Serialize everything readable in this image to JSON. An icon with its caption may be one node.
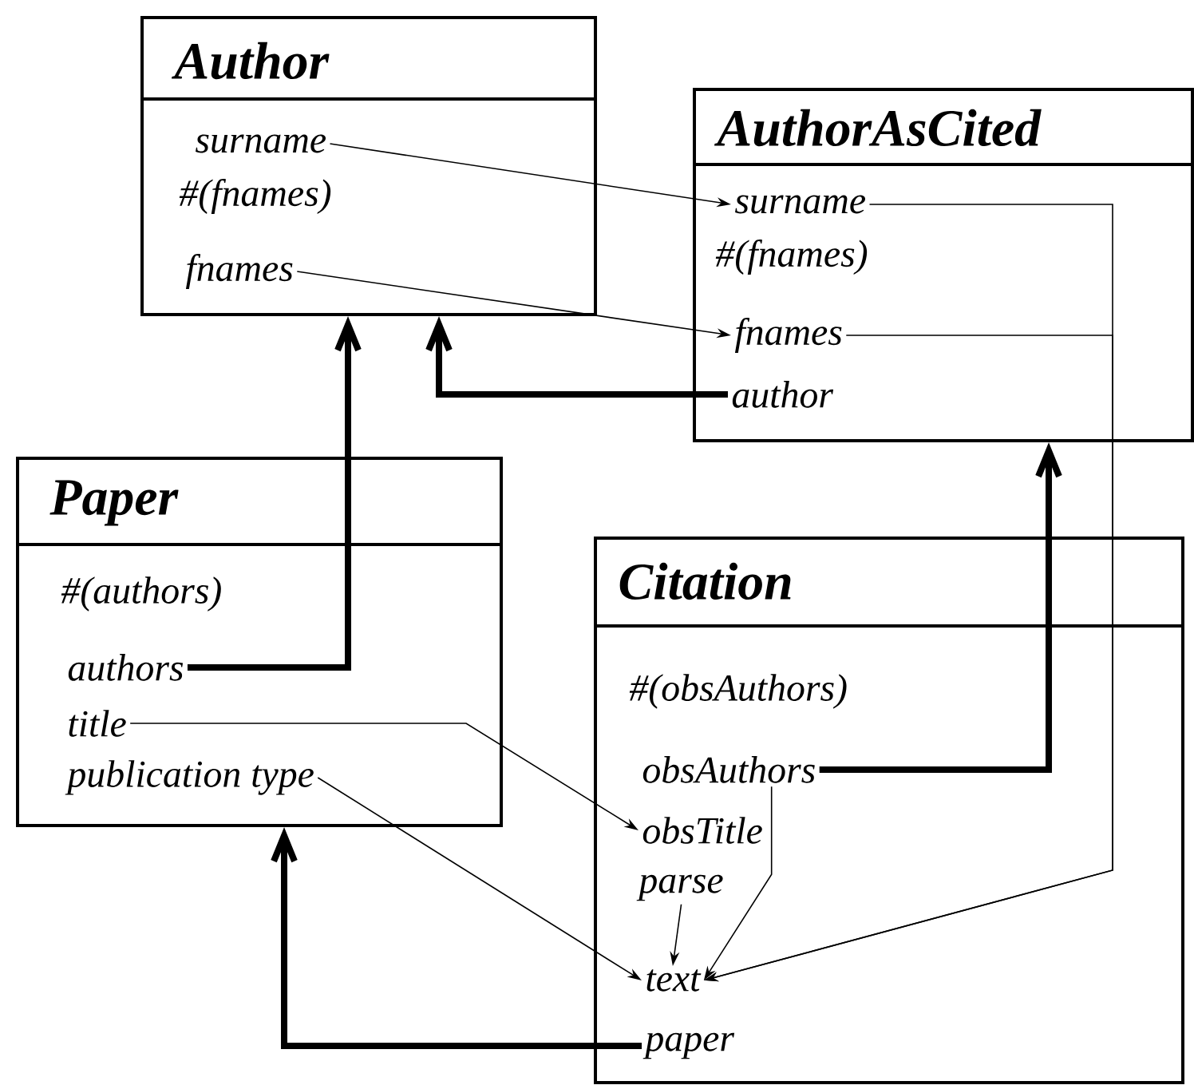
{
  "diagram": {
    "nodes": [
      {
        "text": [
          "Author"
        ]
      },
      {
        "text": [
          "surname"
        ],
        "in": 0
      },
      {
        "text": [
          "#(fnames)"
        ],
        "in": 0
      },
      {
        "text": [
          "fnames"
        ],
        "in": 0
      },
      {
        "text": [
          "AuthorAsCited"
        ]
      },
      {
        "text": [
          "surname"
        ],
        "in": 4
      },
      {
        "text": [
          "#(fnames)"
        ],
        "in": 4
      },
      {
        "text": [
          "fnames"
        ],
        "in": 4
      },
      {
        "text": [
          "author"
        ],
        "in": 4
      },
      {
        "text": [
          "Paper"
        ]
      },
      {
        "text": [
          "#(authors)"
        ],
        "in": 9
      },
      {
        "text": [
          "authors"
        ],
        "in": 9
      },
      {
        "text": [
          "title"
        ],
        "in": 9
      },
      {
        "text": [
          "publication type"
        ],
        "in": 9
      },
      {
        "text": [
          "Citation"
        ]
      },
      {
        "text": [
          "#(obsAuthors)"
        ],
        "in": 14
      },
      {
        "text": [
          "obsAuthors"
        ],
        "in": 14
      },
      {
        "text": [
          "obsTitle"
        ],
        "in": 14
      },
      {
        "text": [
          "parse"
        ],
        "in": 14
      },
      {
        "text": [
          "text"
        ],
        "in": 14
      },
      {
        "text": [
          "paper"
        ],
        "in": 14
      }
    ],
    "edges": [
      {
        "from": 1,
        "to": 5,
        "arrow": "to"
      },
      {
        "from": 3,
        "to": 7,
        "arrow": "to"
      },
      {
        "from": 8,
        "to": 0,
        "arrow": "to",
        "style": "thick"
      },
      {
        "from": 11,
        "to": 0,
        "arrow": "to",
        "style": "thick"
      },
      {
        "from": 16,
        "to": 4,
        "arrow": "to",
        "style": "thick"
      },
      {
        "from": 20,
        "to": 9,
        "arrow": "to",
        "style": "thick"
      },
      {
        "from": 12,
        "to": 17,
        "arrow": "to"
      },
      {
        "from": 13,
        "to": 19,
        "arrow": "to"
      },
      {
        "from": 18,
        "to": 19,
        "arrow": "to"
      },
      {
        "from": 16,
        "to": 19,
        "arrow": "to"
      },
      {
        "from": 5,
        "to": 19,
        "arrow": "to"
      },
      {
        "from": 7,
        "to": 19,
        "arrow": "to"
      }
    ]
  }
}
